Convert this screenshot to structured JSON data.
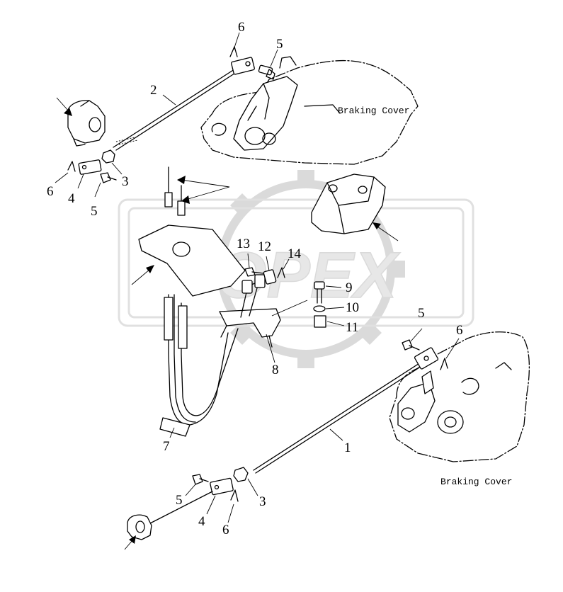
{
  "watermark": {
    "text": "OPEX",
    "color": "#d9d9d9"
  },
  "covers": {
    "upper": "Braking Cover",
    "lower": "Braking Cover"
  },
  "callouts": {
    "c1": "1",
    "c2": "2",
    "c3a": "3",
    "c3b": "3",
    "c4a": "4",
    "c4b": "4",
    "c5a": "5",
    "c5b": "5",
    "c5c": "5",
    "c5d": "5",
    "c6a": "6",
    "c6b": "6",
    "c6c": "6",
    "c6d": "6",
    "c7": "7",
    "c8": "8",
    "c9": "9",
    "c10": "10",
    "c11": "11",
    "c12": "12",
    "c13": "13",
    "c14": "14"
  }
}
